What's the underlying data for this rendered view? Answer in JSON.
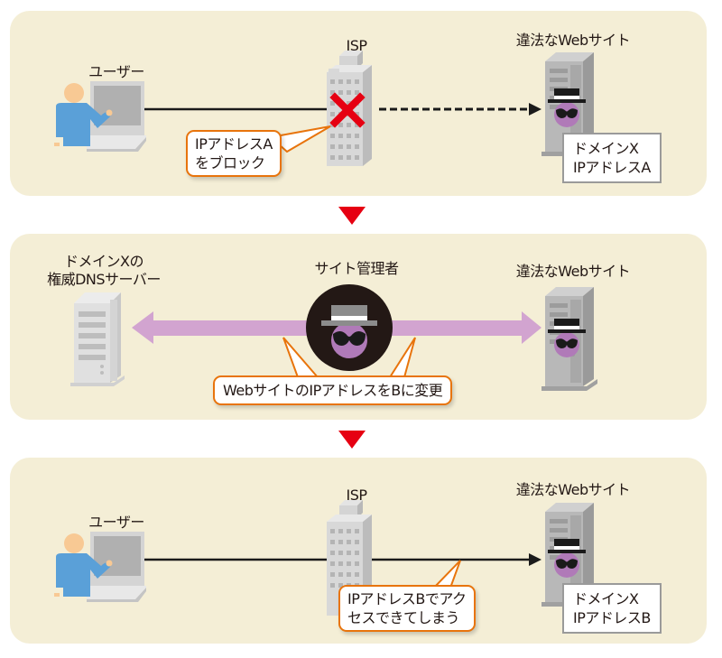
{
  "colors": {
    "panel_bg": "#f4eed6",
    "accent_red": "#e60012",
    "callout_border": "#e8740c",
    "arrow_purple": "#d2a4d0",
    "villain_purple": "#b07ab8",
    "user_blue": "#5aa0d8",
    "skin": "#f8c994"
  },
  "panel1": {
    "user_label": "ユーザー",
    "isp_label": "ISP",
    "site_label": "違法なWebサイト",
    "callout_line1": "IPアドレスA",
    "callout_line2": "をブロック",
    "info_line1": "ドメインX",
    "info_line2": "IPアドレスA",
    "icons": [
      "user-at-laptop-icon",
      "isp-building-icon",
      "block-x-icon",
      "illegal-server-icon"
    ]
  },
  "panel2": {
    "dns_label_line1": "ドメインXの",
    "dns_label_line2": "権威DNSサーバー",
    "admin_label": "サイト管理者",
    "site_label": "違法なWebサイト",
    "callout": "WebサイトのIPアドレスをBに変更",
    "icons": [
      "dns-server-icon",
      "site-admin-icon",
      "illegal-server-icon"
    ]
  },
  "panel3": {
    "user_label": "ユーザー",
    "isp_label": "ISP",
    "site_label": "違法なWebサイト",
    "callout_line1": "IPアドレスBでアク",
    "callout_line2": "セスできてしまう",
    "info_line1": "ドメインX",
    "info_line2": "IPアドレスB",
    "icons": [
      "user-at-laptop-icon",
      "isp-building-icon",
      "illegal-server-icon"
    ]
  }
}
